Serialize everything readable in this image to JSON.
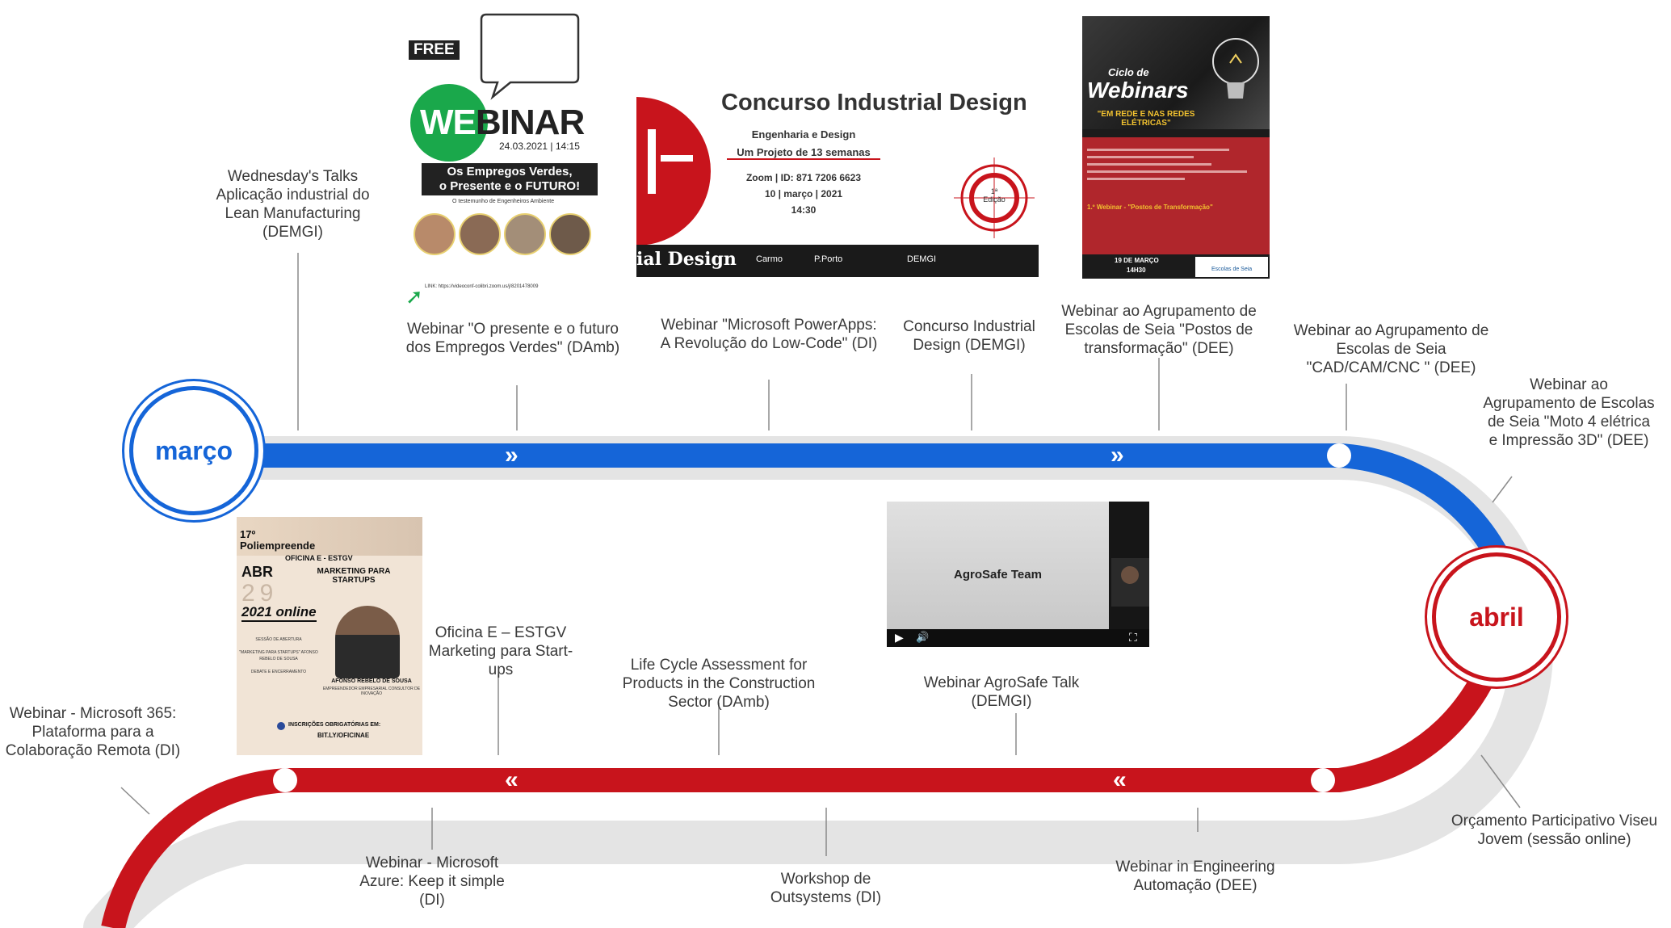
{
  "colors": {
    "blue": "#1565d8",
    "red": "#c8141c",
    "track_gray": "#e4e4e4",
    "text": "#3a3a3a",
    "green": "#1aa84b"
  },
  "months": {
    "march": "março",
    "april": "abril"
  },
  "events": {
    "wednesday_talks": "Wednesday's Talks Aplicação industrial do Lean Manufacturing (DEMGI)",
    "empregos_verdes": "Webinar \"O presente e o futuro dos Empregos Verdes\" (DAmb)",
    "powerapps": "Webinar \"Microsoft PowerApps: A Revolução do Low-Code\" (DI)",
    "concurso": "Concurso Industrial Design (DEMGI)",
    "postos": "Webinar ao Agrupamento de Escolas de Seia \"Postos de transformação\" (DEE)",
    "cad_cam": "Webinar ao Agrupamento de Escolas de Seia \"CAD/CAM/CNC \" (DEE)",
    "moto": "Webinar ao Agrupamento de Escolas de Seia \"Moto 4 elétrica e Impressão 3D\" (DEE)",
    "orcamento": "Orçamento Participativo Viseu Jovem (sessão online)",
    "engineering_automacao": "Webinar in Engineering Automação (DEE)",
    "agrosafe": "Webinar AgroSafe Talk (DEMGI)",
    "workshop_outsystems": "Workshop de Outsystems (DI)",
    "lca": "Life Cycle Assessment for Products in the Construction Sector (DAmb)",
    "azure": "Webinar - Microsoft Azure: Keep it simple (DI)",
    "oficina_e": "Oficina E – ESTGV Marketing para Start-ups",
    "m365": "Webinar - Microsoft 365: Plataforma para a Colaboração Remota (DI)"
  },
  "posters": {
    "webinar": {
      "free": "FREE",
      "we": "WE",
      "binar": "BINAR",
      "datetime": "24.03.2021 | 14:15",
      "banner_line1": "Os Empregos Verdes,",
      "banner_line2": "o Presente e o FUTURO!",
      "subtitle": "O testemunho de Engenheiros Ambiente",
      "link": "LINK: https://videoconf-colibri.zoom.us/j/8201478009"
    },
    "concurso": {
      "title": "Concurso Industrial Design",
      "line1": "Engenharia e Design",
      "line2": "Um Projeto de 13 semanas",
      "zoom": "Zoom | ID: 871 7206 6623",
      "date": "10 | março | 2021",
      "time": "14:30",
      "edition": "1ª Edição",
      "footer": "ial Design",
      "footer_b1": "Carmo",
      "footer_b2": "P.Porto",
      "footer_b3": "DEMGI"
    },
    "ciclo": {
      "line1": "Ciclo de",
      "line2": "Webinars",
      "subtitle": "\"EM REDE E NAS REDES ELÉTRICAS\"",
      "featured": "1.º Webinar - \"Postos de Transformação\"",
      "date": "19 DE MARÇO",
      "time": "14H30",
      "org": "Escolas de Seia"
    },
    "agrosafe": {
      "title": "AgroSafe Team"
    },
    "poliempreende": {
      "edition": "17º",
      "name": "Poliempreende",
      "oficina": "OFICINA E - ESTGV",
      "abr": "ABR",
      "day": "29",
      "year_online": "2021 online",
      "topic": "MARKETING PARA STARTUPS",
      "agenda1": "SESSÃO DE ABERTURA",
      "agenda2": "\"MARKETING PARA STARTUPS\" AFONSO REBELO DE SOUSA",
      "agenda3": "DEBATE E ENCERRAMENTO",
      "speaker": "AFONSO REBELO DE SOUSA",
      "speaker_role": "EMPREENDEDOR EMPRESARIAL CONSULTOR DE INOVAÇÃO",
      "inscricoes": "INSCRIÇÕES OBRIGATÓRIAS EM:",
      "url": "BIT.LY/OFICINAE"
    }
  }
}
